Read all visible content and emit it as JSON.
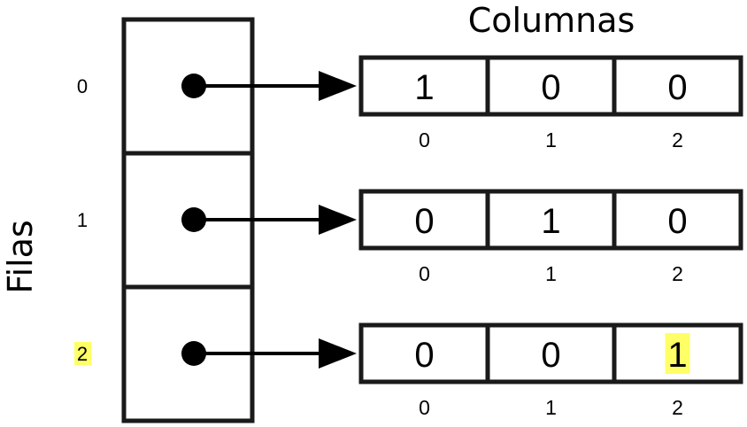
{
  "axis_labels": {
    "columns": "Columnas",
    "rows": "Filas"
  },
  "rows": [
    {
      "label": "0",
      "highlighted": false,
      "values": [
        "1",
        "0",
        "0"
      ],
      "highlighted_cells": []
    },
    {
      "label": "1",
      "highlighted": false,
      "values": [
        "0",
        "1",
        "0"
      ],
      "highlighted_cells": []
    },
    {
      "label": "2",
      "highlighted": true,
      "values": [
        "0",
        "0",
        "1"
      ],
      "highlighted_cells": [
        2
      ]
    }
  ],
  "column_indices": [
    "0",
    "1",
    "2"
  ],
  "colors": {
    "stroke": "#1a1a1a",
    "text": "#000000",
    "highlight": "#ffff66"
  }
}
